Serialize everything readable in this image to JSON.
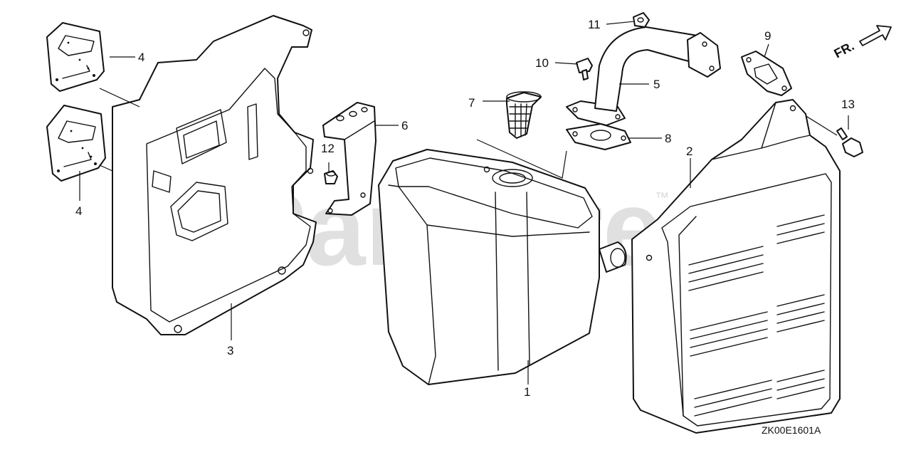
{
  "watermark": {
    "text": "PartsTree",
    "trademark": "™"
  },
  "direction": {
    "label": "FR."
  },
  "diagram_code": "ZK00E1601A",
  "callouts": [
    {
      "id": "c1",
      "text": "1"
    },
    {
      "id": "c2",
      "text": "2"
    },
    {
      "id": "c3",
      "text": "3"
    },
    {
      "id": "c4a",
      "text": "4"
    },
    {
      "id": "c4b",
      "text": "4"
    },
    {
      "id": "c5",
      "text": "5"
    },
    {
      "id": "c6",
      "text": "6"
    },
    {
      "id": "c7",
      "text": "7"
    },
    {
      "id": "c8",
      "text": "8"
    },
    {
      "id": "c9",
      "text": "9"
    },
    {
      "id": "c10",
      "text": "10"
    },
    {
      "id": "c11",
      "text": "11"
    },
    {
      "id": "c12",
      "text": "12"
    },
    {
      "id": "c13",
      "text": "13"
    }
  ]
}
